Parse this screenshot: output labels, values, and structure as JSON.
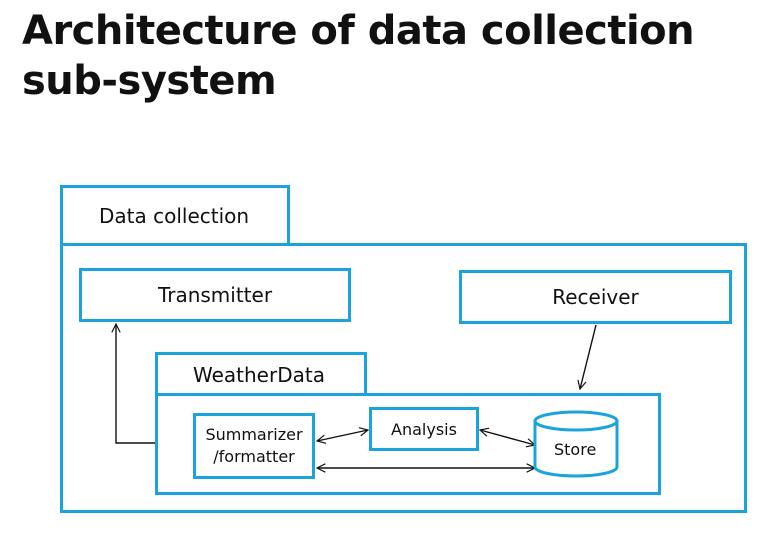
{
  "title": {
    "line1": "Architecture of data collection",
    "line2": "sub-system"
  },
  "diagram": {
    "package_label": "Data collection",
    "transmitter_label": "Transmitter",
    "receiver_label": "Receiver",
    "sub_package_label": "WeatherData",
    "summarizer_label_line1": "Summarizer",
    "summarizer_label_line2": "/formatter",
    "analysis_label": "Analysis",
    "store_label": "Store",
    "accent_color": "#1aa3dc",
    "store_shape": "database-cylinder-icon"
  }
}
